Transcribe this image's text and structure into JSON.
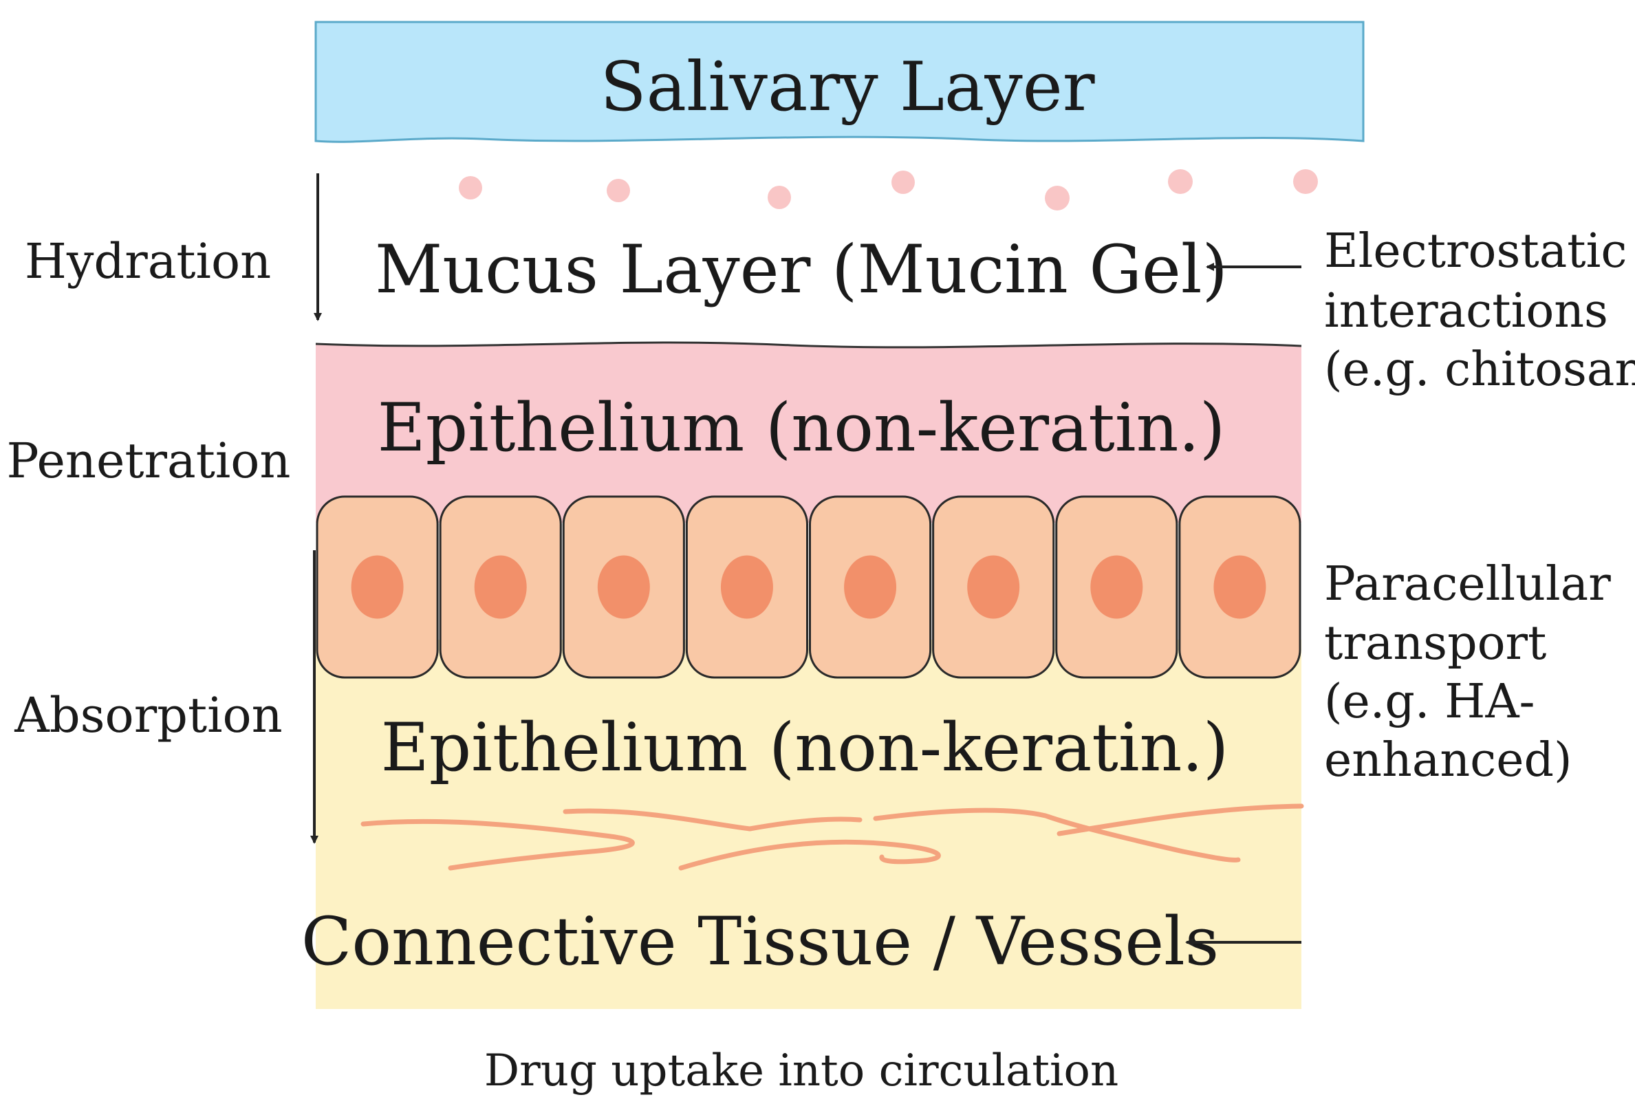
{
  "layers": {
    "salivary": {
      "label": "Salivary Layer",
      "color": "#b9e6fa"
    },
    "mucus": {
      "label": "Mucus Layer (Mucin Gel)"
    },
    "epithelium_top": {
      "label": "Epithelium (non-keratin.)",
      "color": "#f9c9cf"
    },
    "cells": {
      "count": 8,
      "cell_color": "#f9c8a6",
      "nucleus_color": "#f2906a"
    },
    "epithelium_bottom": {
      "label": "Epithelium (non-keratin.)",
      "color": "#fdf2c5"
    },
    "connective": {
      "label": "Connective Tissue / Vessels"
    }
  },
  "process_steps": [
    "Hydration",
    "Penetration",
    "Absorption"
  ],
  "annotations": {
    "electrostatic": [
      "Electrostatic",
      "interactions",
      "(e.g. chitosan)"
    ],
    "paracellular": [
      "Paracellular",
      "transport",
      "(e.g. HA-",
      "enhanced)"
    ]
  },
  "caption": "Drug uptake into circulation"
}
